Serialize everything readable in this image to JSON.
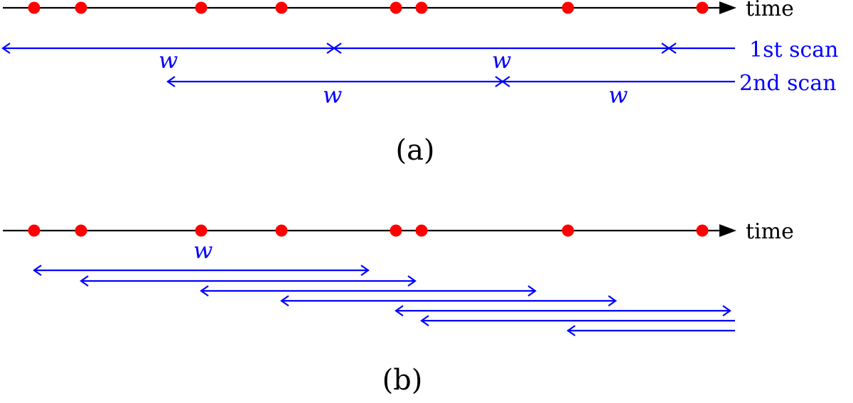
{
  "colors": {
    "event": "#ff0000",
    "axis": "#000000",
    "window": "#0000ff"
  },
  "panel_a": {
    "label": "(a)",
    "axis_label": "time",
    "scan1_label": "1st scan",
    "scan2_label": "2nd scan",
    "w_labels": [
      "w",
      "w",
      "w",
      "w"
    ]
  },
  "panel_b": {
    "label": "(b)",
    "axis_label": "time",
    "w_label": "w"
  },
  "events": [
    48,
    114,
    283,
    396,
    557,
    593,
    799,
    988
  ]
}
